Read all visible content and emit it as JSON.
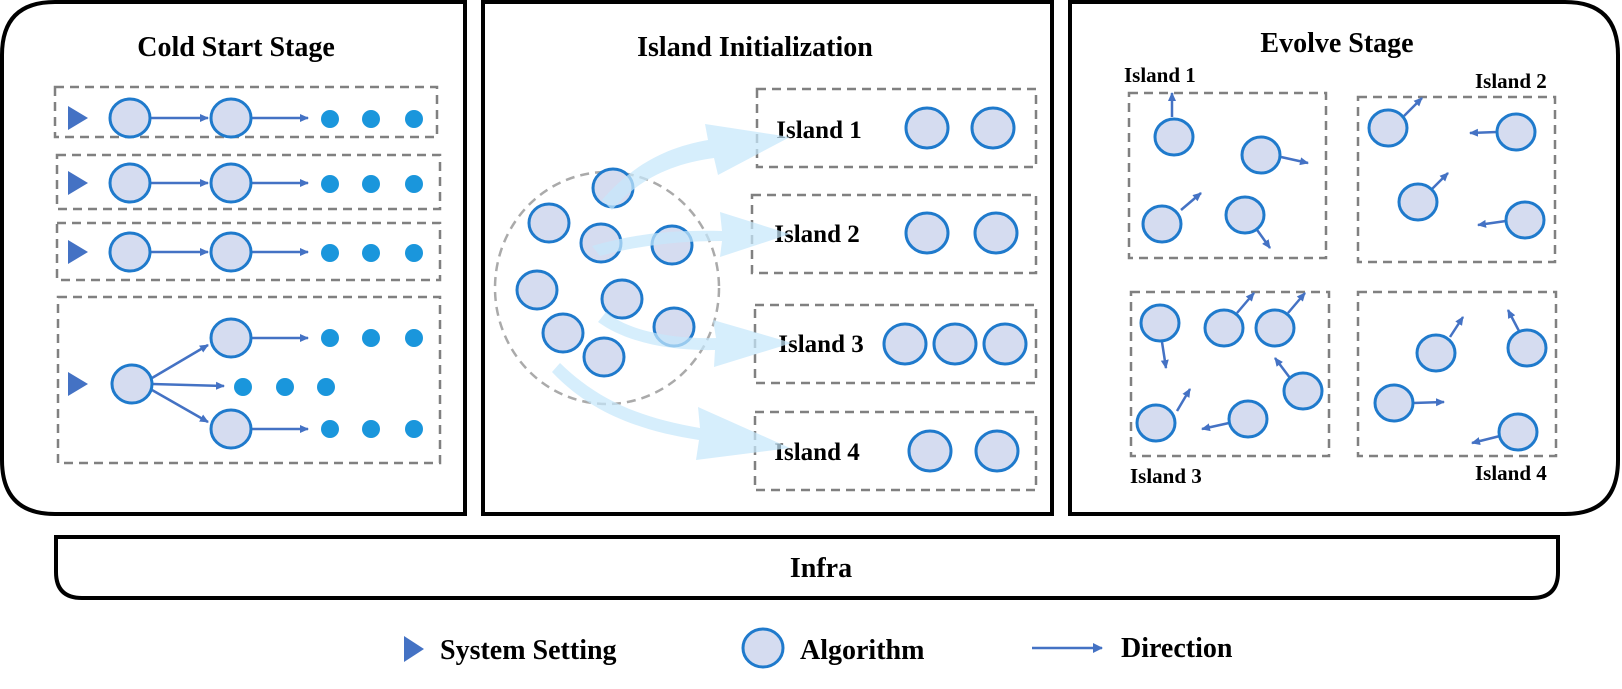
{
  "panels": {
    "cold_start": {
      "title": "Cold Start Stage"
    },
    "island_init": {
      "title": "Island Initialization",
      "islands": [
        "Island 1",
        "Island 2",
        "Island 3",
        "Island 4"
      ]
    },
    "evolve": {
      "title": "Evolve Stage",
      "islands": [
        "Island 1",
        "Island 2",
        "Island 3",
        "Island 4"
      ]
    }
  },
  "infra": {
    "label": "Infra"
  },
  "legend": {
    "system_setting": "System Setting",
    "algorithm": "Algorithm",
    "direction": "Direction"
  },
  "colors": {
    "algorithm_fill": "#d5dcf0",
    "algorithm_stroke": "#1f7acc",
    "dot": "#1a96dc",
    "arrow": "#4472c4",
    "flow_arrow": "#cdeafc",
    "dashed_border": "#808080"
  }
}
